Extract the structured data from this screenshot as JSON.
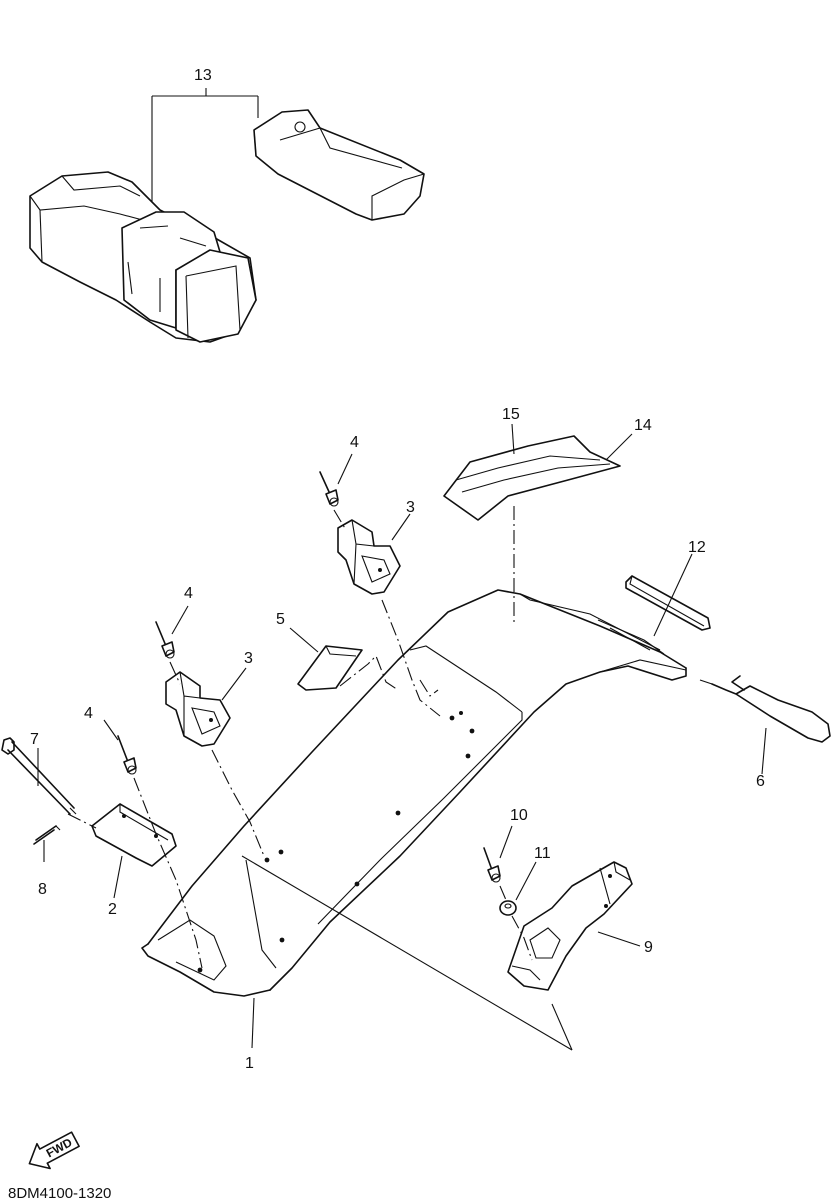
{
  "diagram": {
    "callouts": {
      "c1": "1",
      "c2": "2",
      "c3a": "3",
      "c3b": "3",
      "c4a": "4",
      "c4b": "4",
      "c4c": "4",
      "c5": "5",
      "c6": "6",
      "c7": "7",
      "c8": "8",
      "c9": "9",
      "c10": "10",
      "c11": "11",
      "c12": "12",
      "c13": "13",
      "c14": "14",
      "c15": "15"
    },
    "fwd_label": "FWD",
    "drawing_code": "8DM4100-1320"
  }
}
